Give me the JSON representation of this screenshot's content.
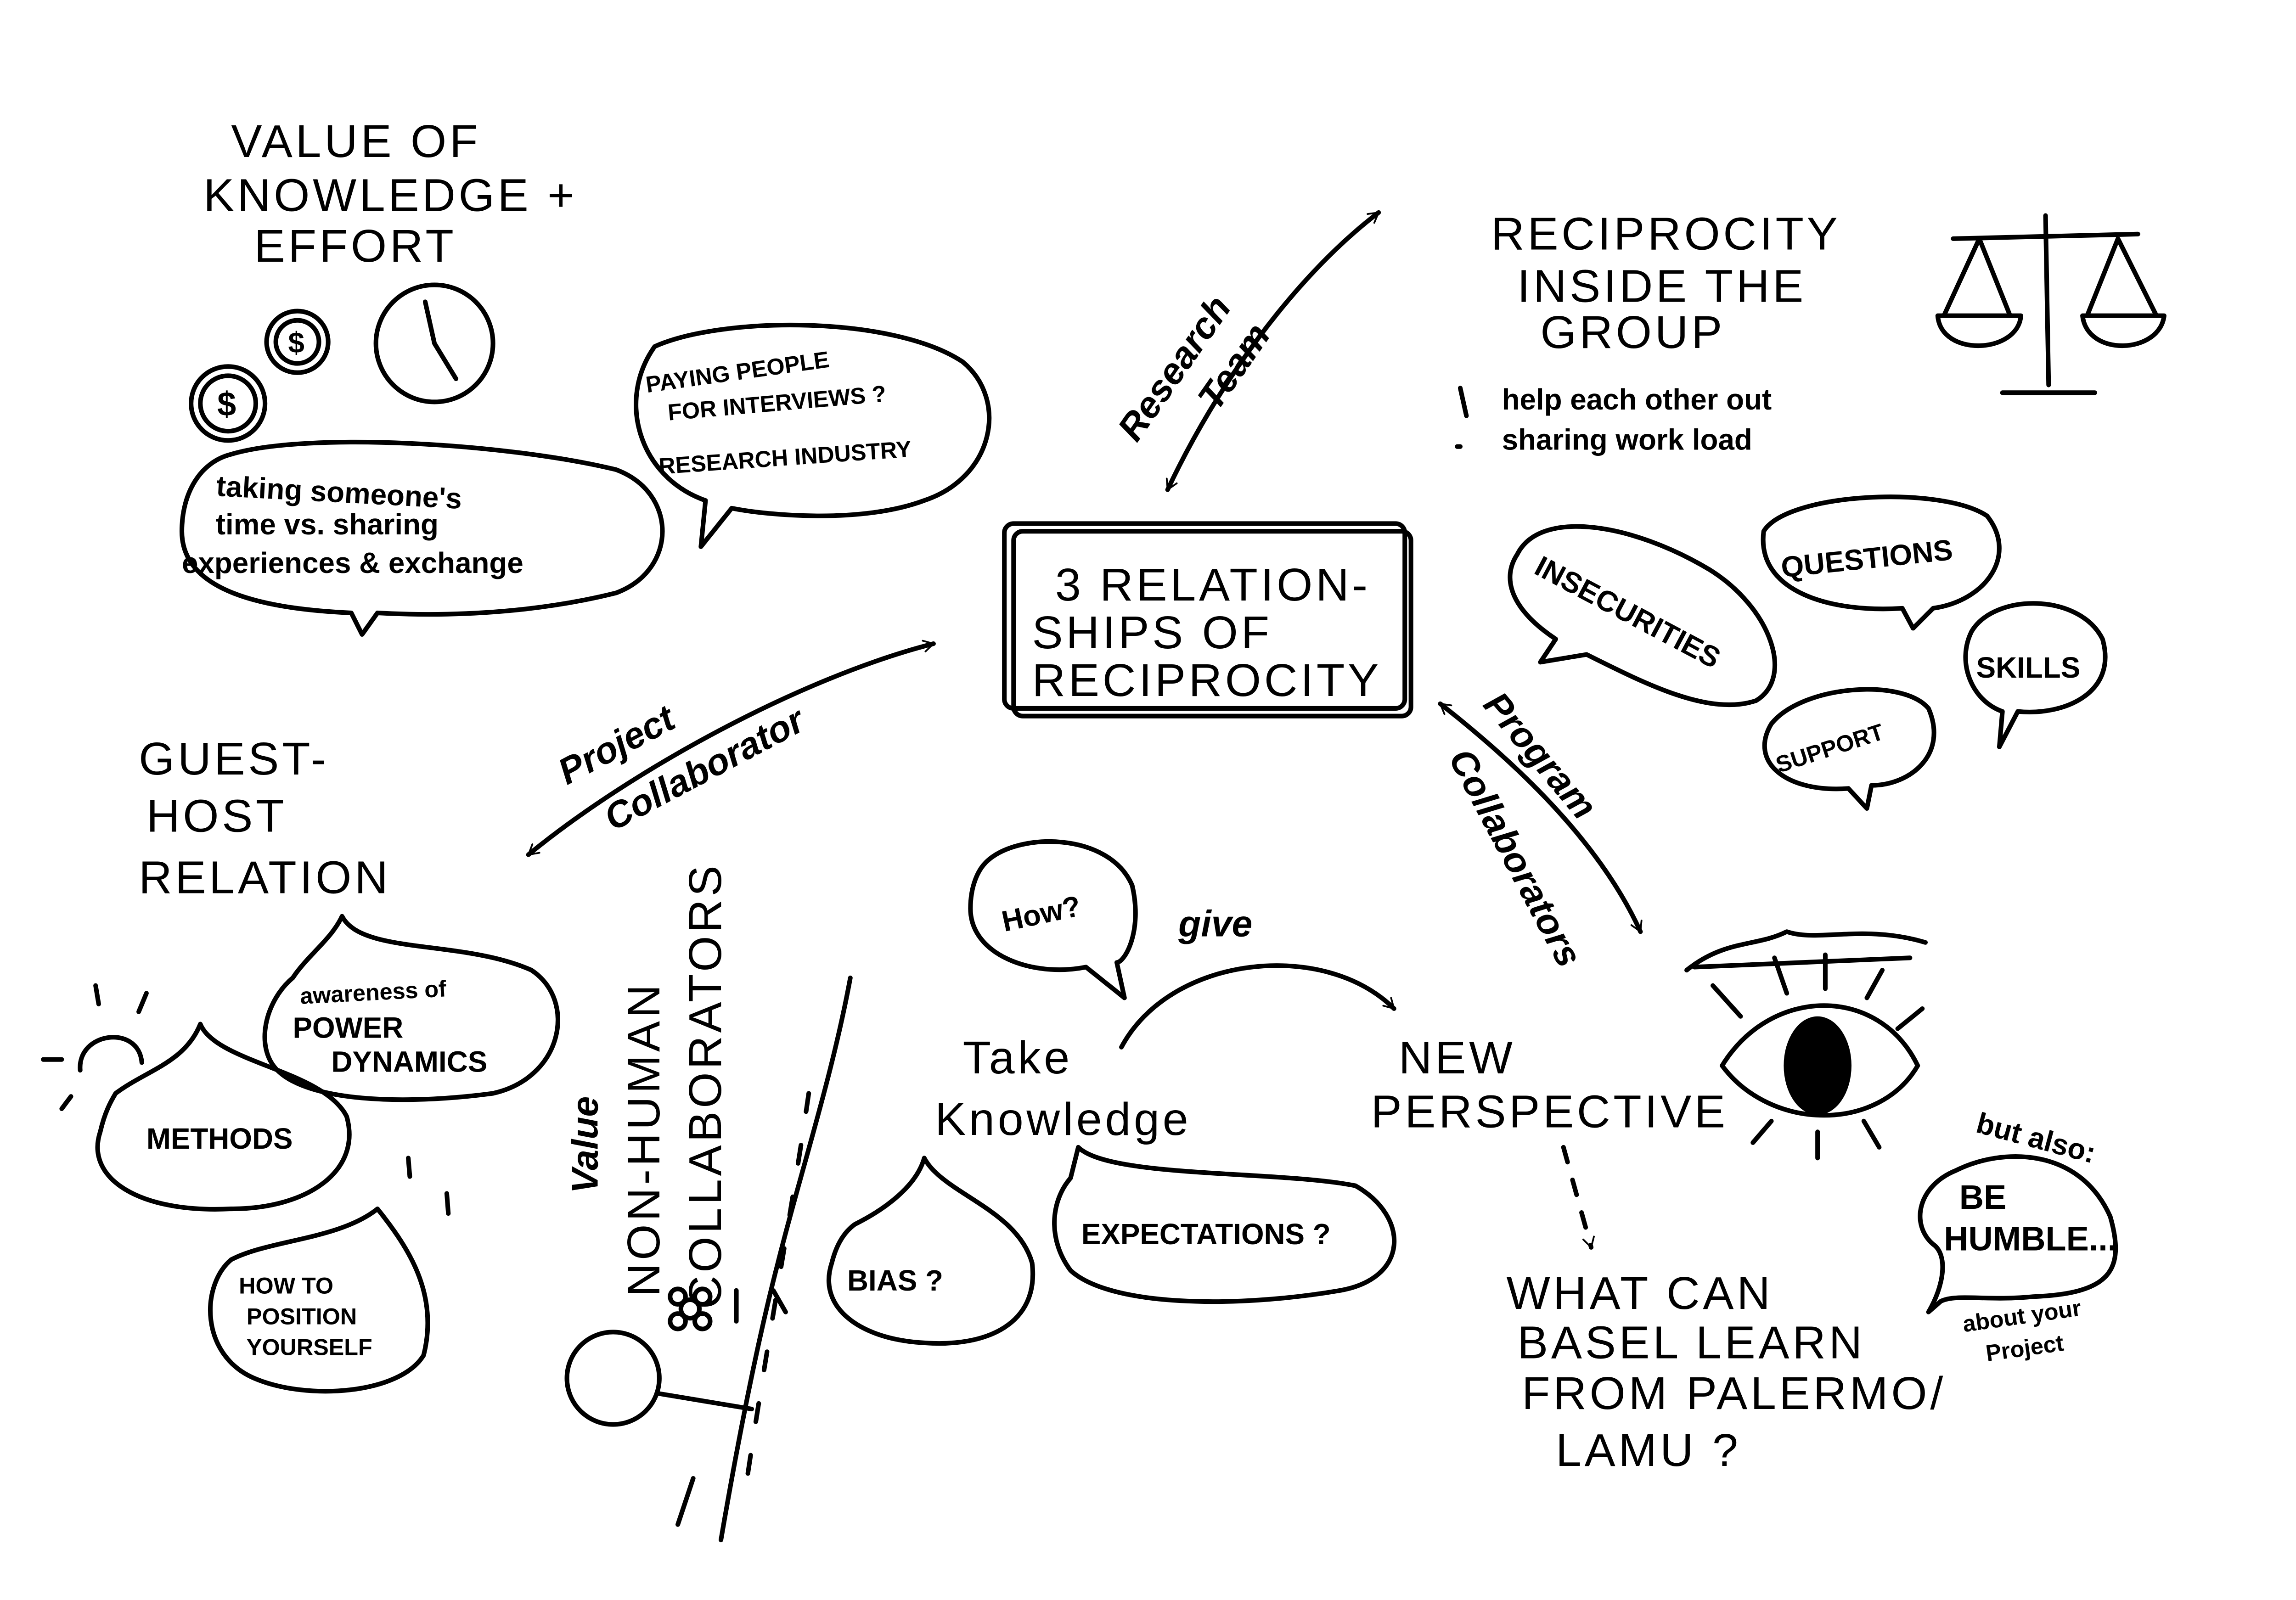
{
  "title": "3 Relationships of Reciprocity",
  "center": {
    "line1": "3 RELATION-",
    "line2": "SHIPS OF",
    "line3": "RECIPROCITY"
  },
  "value_section": {
    "line1": "VALUE OF",
    "line2": "KNOWLEDGE +",
    "line3": "EFFORT",
    "coin_symbol": "$",
    "bubble": {
      "line1": "taking someone's",
      "line2": "time vs. sharing",
      "line3": "experiences & exchange"
    }
  },
  "paying_bubble": {
    "line1": "PAYING PEOPLE",
    "line2": "FOR INTERVIEWS ?",
    "line3": "RESEARCH INDUSTRY"
  },
  "research_team": {
    "line1": "Research",
    "line2": "Team"
  },
  "group_section": {
    "line1": "RECIPROCITY",
    "line2": "INSIDE THE",
    "line3": "GROUP",
    "bullets": [
      "help each other out",
      "sharing work load"
    ]
  },
  "bubbles_right": {
    "insecurities": "INSECURITIES",
    "questions": "QUESTIONS",
    "skills": "SKILLS",
    "support": "SUPPORT"
  },
  "program_collaborators": {
    "line1": "Program",
    "line2": "Collaborators"
  },
  "project_collaborator": {
    "line1": "Project",
    "line2": "Collaborator"
  },
  "guest_host": {
    "line1": "GUEST-",
    "line2": "HOST",
    "line3": "RELATION",
    "awareness": {
      "line1": "awareness of",
      "line2": "POWER",
      "line3": "DYNAMICS"
    },
    "methods": "METHODS",
    "position": {
      "line1": "HOW TO",
      "line2": "POSITION",
      "line3": "YOURSELF"
    }
  },
  "non_human": {
    "value": "Value",
    "line1": "NON-HUMAN",
    "line2": "COLLABORATORS"
  },
  "exchange": {
    "how": "How?",
    "give": "give",
    "take": "Take",
    "knowledge": "Knowledge",
    "bias": "BIAS ?",
    "expectations": "EXPECTATIONS ?",
    "new": "NEW",
    "perspective": "PERSPECTIVE"
  },
  "learn": {
    "line1": "WHAT CAN",
    "line2": "BASEL LEARN",
    "line3": "FROM PALERMO/",
    "line4": "LAMU ?"
  },
  "humble": {
    "but_also": "but also:",
    "line1": "BE",
    "line2": "HUMBLE...",
    "about": "about your",
    "project": "Project"
  }
}
